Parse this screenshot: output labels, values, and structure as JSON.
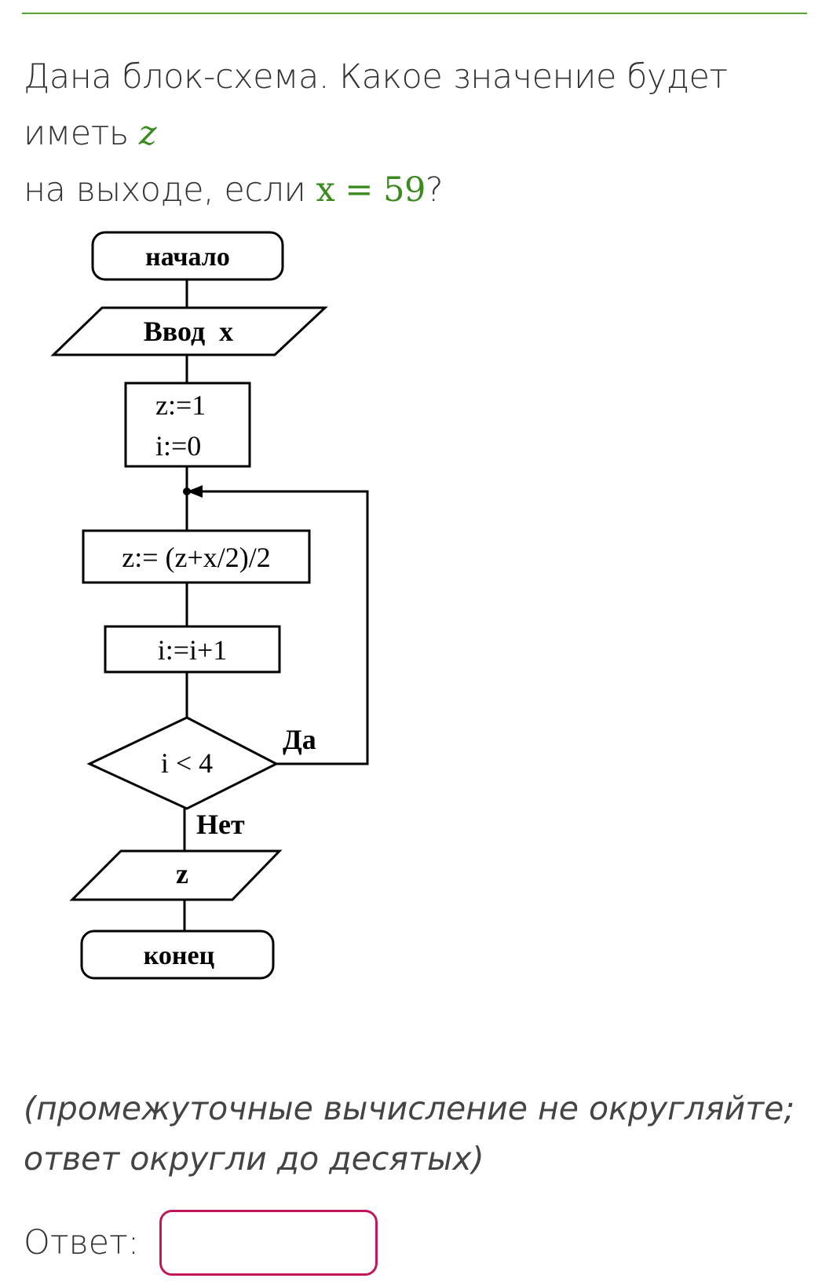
{
  "question": {
    "text_before_z": "Дана блок-схема. Какое значение будет иметь ",
    "var_z": "z",
    "text_before_x": "на выходе, если ",
    "math_x_eq": "x = 59",
    "qmark": "?"
  },
  "flowchart": {
    "start": "начало",
    "input": "Ввод  x",
    "init_line1": "z:=1",
    "init_line2": "i:=0",
    "update_z": "z:= (z+x/2)/2",
    "increment": "i:=i+1",
    "condition": "i < 4",
    "yes": "Да",
    "no": "Нет",
    "output": "z",
    "end": "конец"
  },
  "note": {
    "text": "(промежуточные вычисление не округляйте; ответ округли до десятых)"
  },
  "answer": {
    "label": "Ответ:",
    "value": ""
  },
  "colors": {
    "accent": "#5aa032",
    "math": "#3a8a1e",
    "input_border": "#c2185b"
  }
}
